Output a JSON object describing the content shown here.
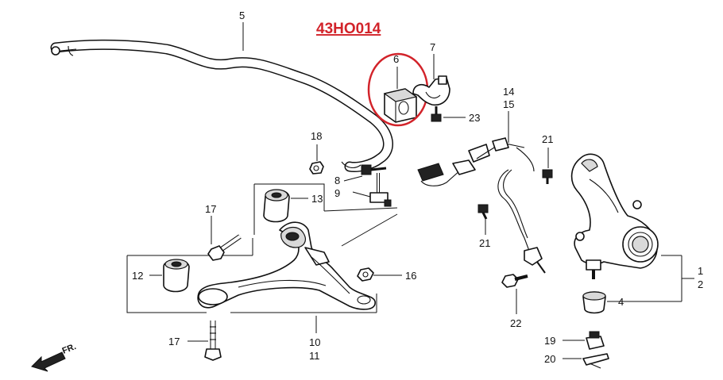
{
  "diagram": {
    "code": "43HO014",
    "direction": "FR.",
    "highlight_color": "#d2232a",
    "labels": {
      "l1": "1",
      "l2": "2",
      "l4": "4",
      "l5": "5",
      "l6": "6",
      "l7": "7",
      "l8": "8",
      "l9": "9",
      "l10": "10",
      "l11": "11",
      "l12": "12",
      "l13": "13",
      "l14": "14",
      "l15": "15",
      "l16": "16",
      "l17a": "17",
      "l17b": "17",
      "l18": "18",
      "l19": "19",
      "l20": "20",
      "l21a": "21",
      "l21b": "21",
      "l22": "22",
      "l23": "23"
    }
  }
}
